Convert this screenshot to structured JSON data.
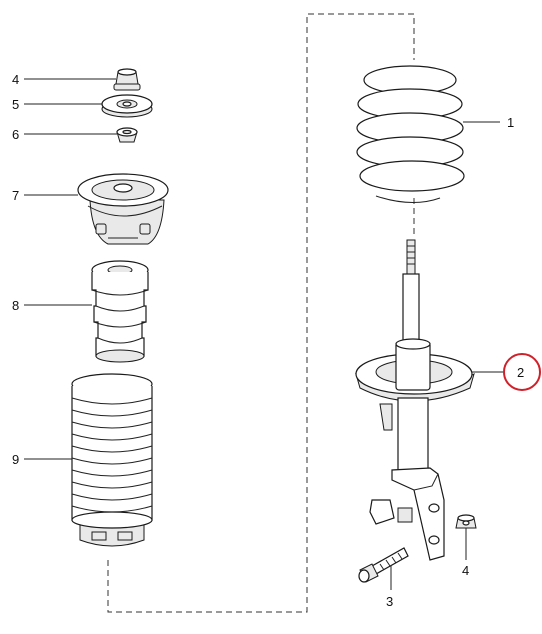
{
  "callouts": {
    "c1": "1",
    "c2": "2",
    "c3": "3",
    "c4_top": "4",
    "c4_bottom": "4",
    "c5": "5",
    "c6": "6",
    "c7": "7",
    "c8": "8",
    "c9": "9"
  },
  "highlight_color": "#d0202a",
  "highlighted_callout": "2"
}
